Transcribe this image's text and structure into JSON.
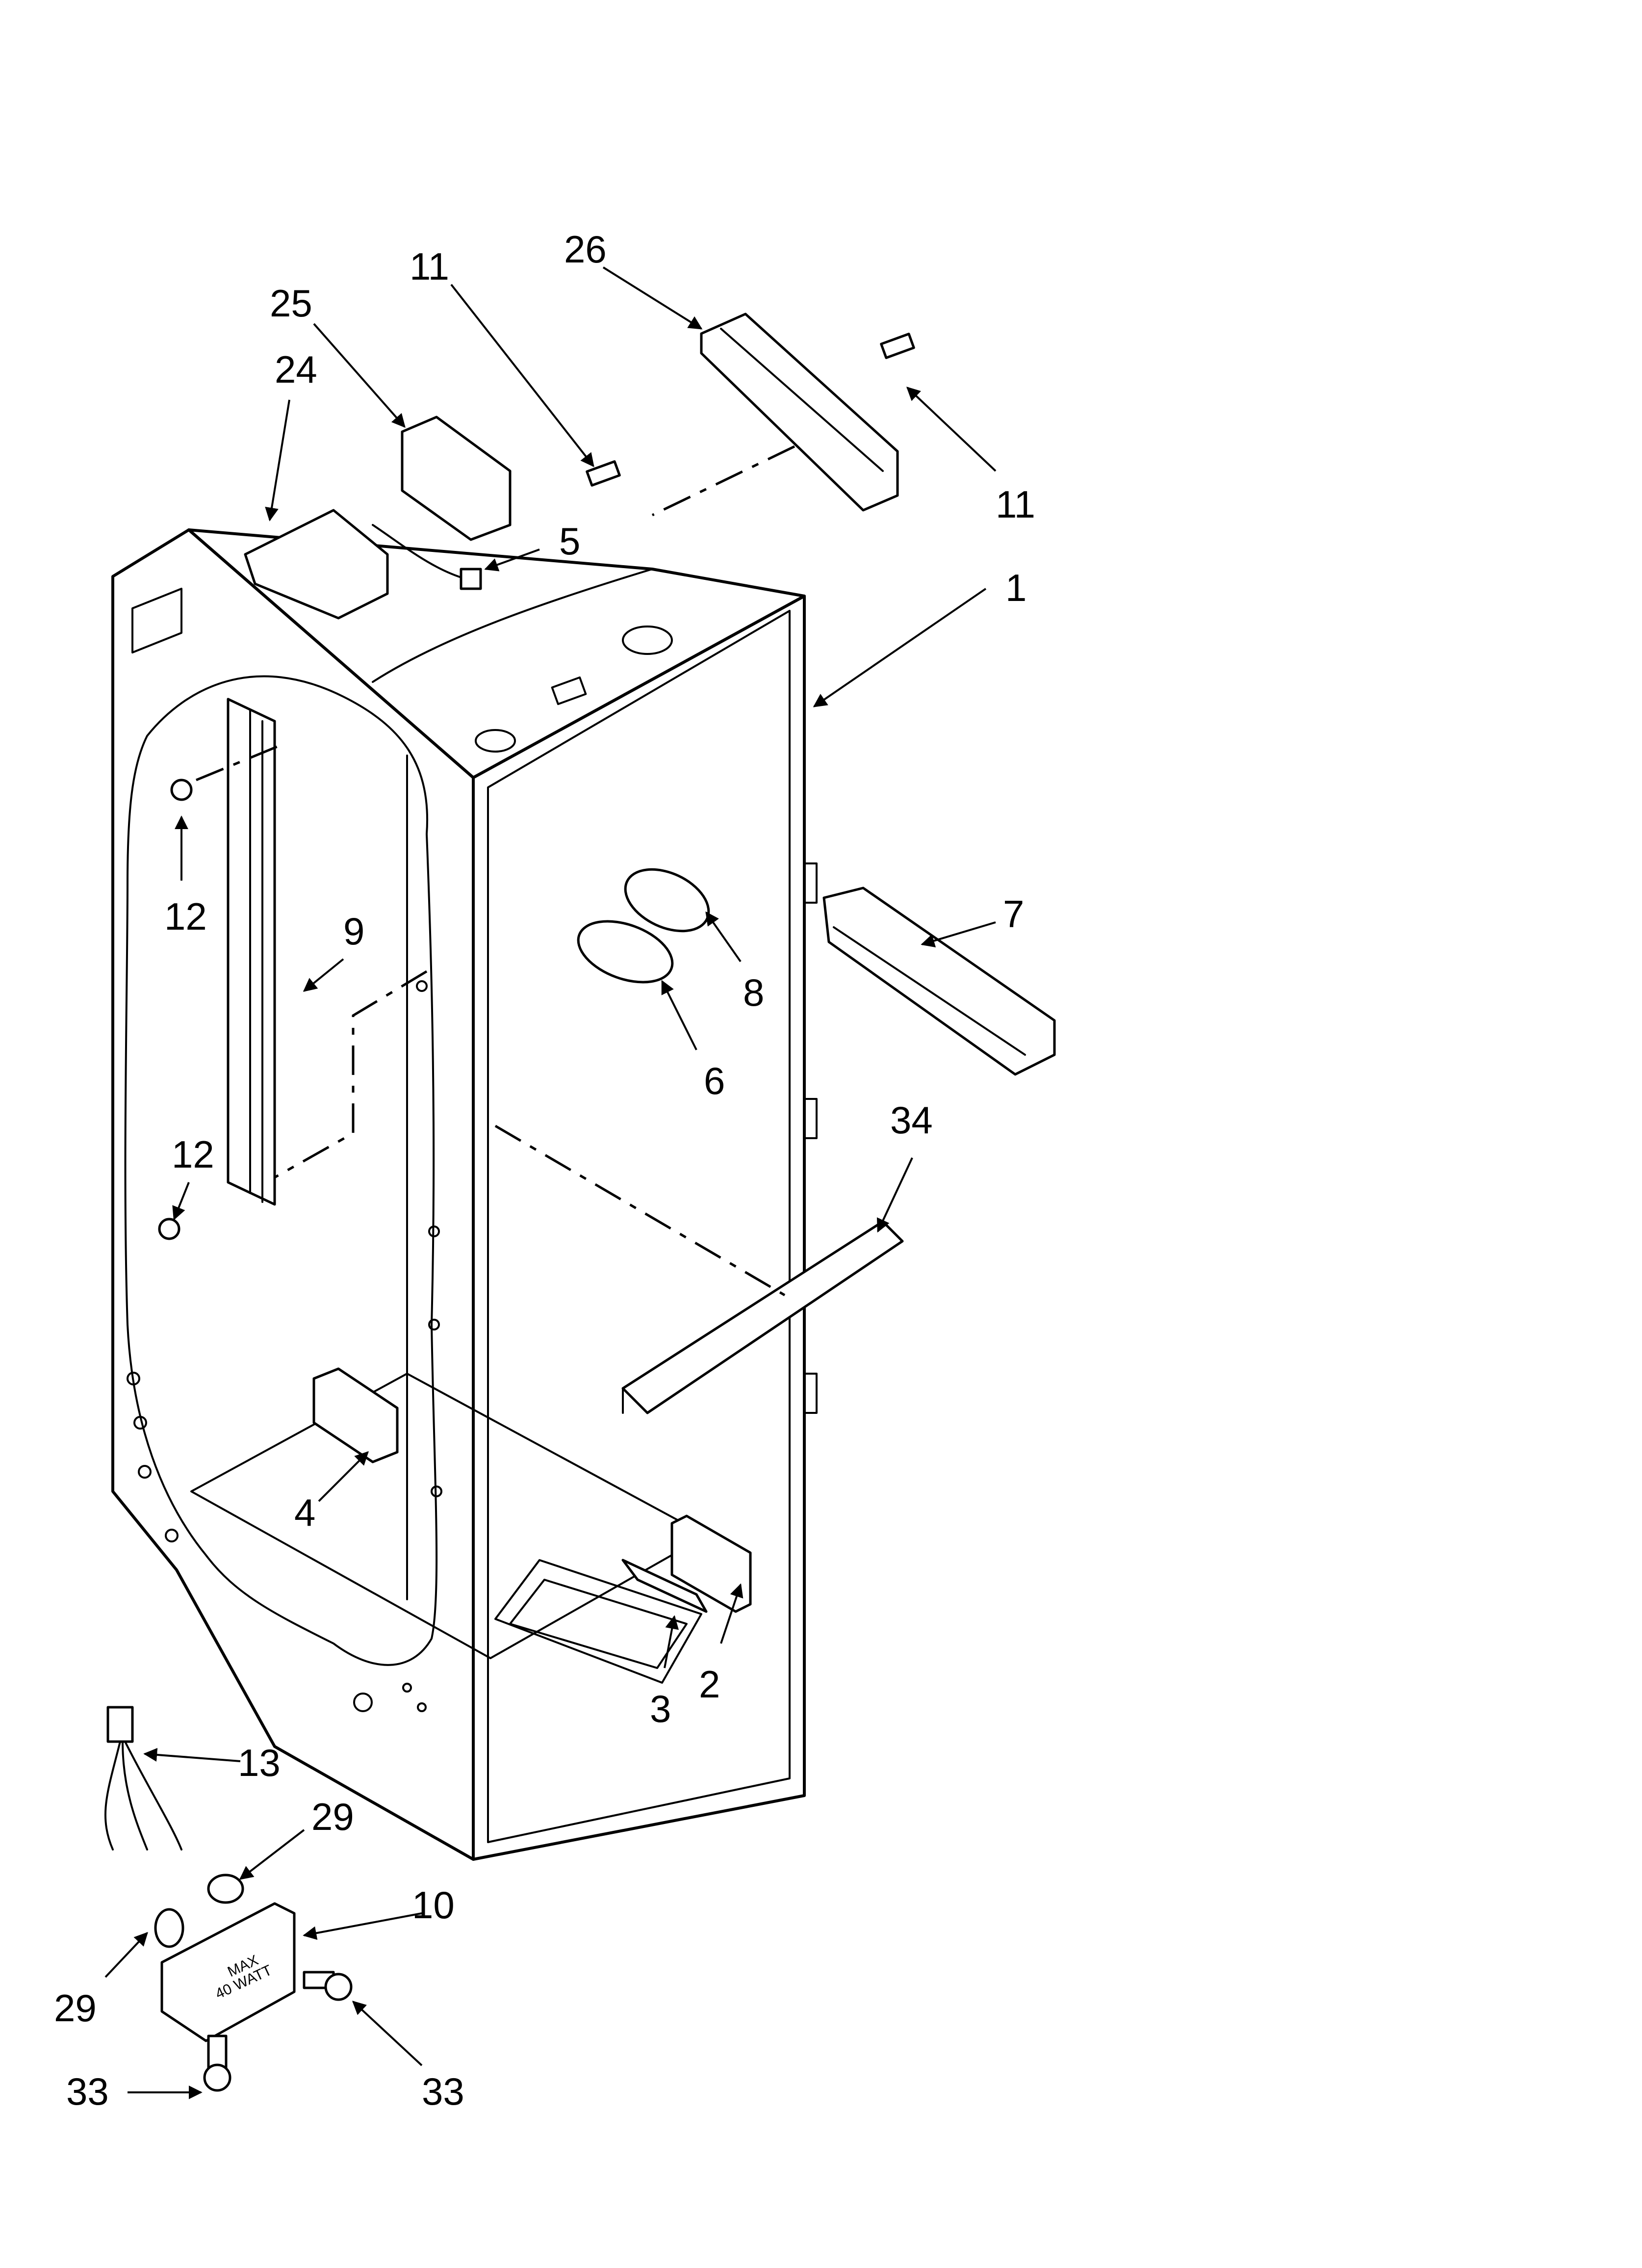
{
  "callouts": [
    {
      "id": "c1",
      "text": "1"
    },
    {
      "id": "c2",
      "text": "2"
    },
    {
      "id": "c3",
      "text": "3"
    },
    {
      "id": "c4",
      "text": "4"
    },
    {
      "id": "c5",
      "text": "5"
    },
    {
      "id": "c6",
      "text": "6"
    },
    {
      "id": "c7",
      "text": "7"
    },
    {
      "id": "c8",
      "text": "8"
    },
    {
      "id": "c9",
      "text": "9"
    },
    {
      "id": "c10",
      "text": "10"
    },
    {
      "id": "c11a",
      "text": "11"
    },
    {
      "id": "c11b",
      "text": "11"
    },
    {
      "id": "c12a",
      "text": "12"
    },
    {
      "id": "c12b",
      "text": "12"
    },
    {
      "id": "c13",
      "text": "13"
    },
    {
      "id": "c24",
      "text": "24"
    },
    {
      "id": "c25",
      "text": "25"
    },
    {
      "id": "c26",
      "text": "26"
    },
    {
      "id": "c29a",
      "text": "29"
    },
    {
      "id": "c29b",
      "text": "29"
    },
    {
      "id": "c33a",
      "text": "33"
    },
    {
      "id": "c33b",
      "text": "33"
    },
    {
      "id": "c34",
      "text": "34"
    }
  ],
  "lamp_housing_label": {
    "line1": "MAX",
    "line2": "40 WATT"
  }
}
